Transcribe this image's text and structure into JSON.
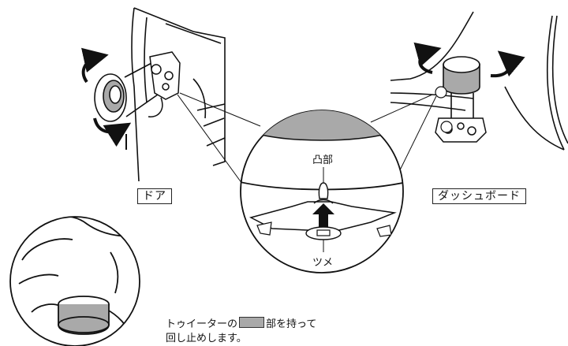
{
  "labels": {
    "door": "ドア",
    "dashboard": "ダッシュボード",
    "protrusion": "凸部",
    "claw": "ツメ"
  },
  "instruction": {
    "prefix": "トゥイーターの",
    "after_swatch": "部を持って",
    "line2": "回し止めします。"
  },
  "colors": {
    "tweeter_grip": "#a9a9a9",
    "line": "#111111"
  },
  "icons": [
    "rotate-arrow-icon",
    "up-arrow-icon"
  ]
}
